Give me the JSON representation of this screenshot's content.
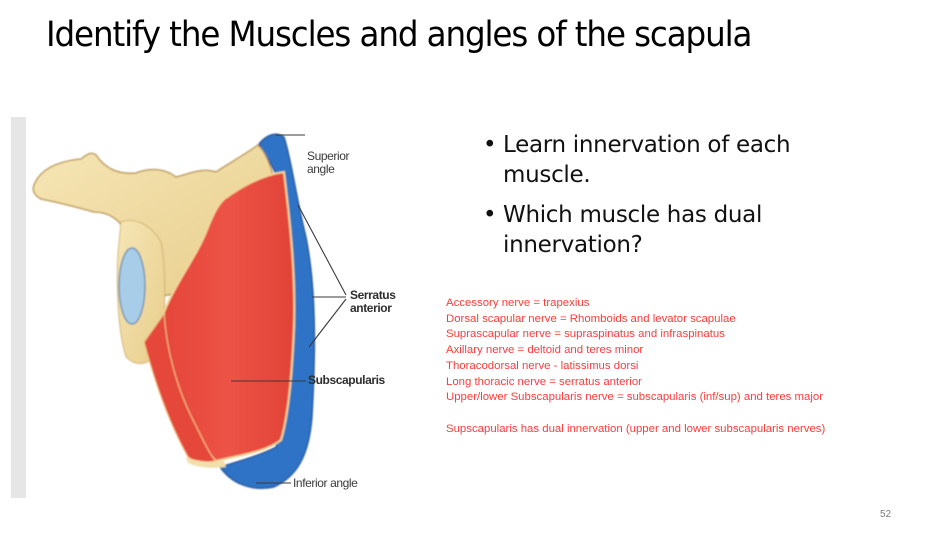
{
  "slide": {
    "title": "Identify the Muscles and angles of the scapula",
    "page_number": "52"
  },
  "figure": {
    "labels": {
      "superior_angle_1": "Superior",
      "superior_angle_2": "angle",
      "serratus_anterior_1": "Serratus",
      "serratus_anterior_2": "anterior",
      "subscapularis": "Subscapularis",
      "inferior_angle": "Inferior angle"
    },
    "colors": {
      "muscle_red": "#e8483c",
      "bone": "#f2dfaa",
      "serratus_blue": "#2a6fc4",
      "glenoid_blue": "#a9cde8",
      "side_bar": "#e6e6e6"
    }
  },
  "bullets": [
    {
      "icon": "bullet-dot",
      "glyph": "•",
      "text": "Learn innervation of each muscle."
    },
    {
      "icon": "bullet-dot",
      "glyph": "•",
      "text": "Which muscle has dual innervation?"
    }
  ],
  "notes": {
    "color": "#ff3b3b",
    "lines": [
      "Accessory nerve = trapexius",
      "Dorsal scapular nerve = Rhomboids and levator scapulae",
      "Suprascapular nerve  = supraspinatus and infraspinatus",
      "Axillary nerve = deltoid and teres minor",
      "Thoracodorsal nerve - latissimus dorsi",
      "Long thoracic nerve = serratus anterior",
      "Upper/lower Subscapularis nerve = subscapularis (inf/sup) and teres major"
    ],
    "summary": "Supscapularis has dual innervation (upper and lower subscapularis nerves)"
  }
}
